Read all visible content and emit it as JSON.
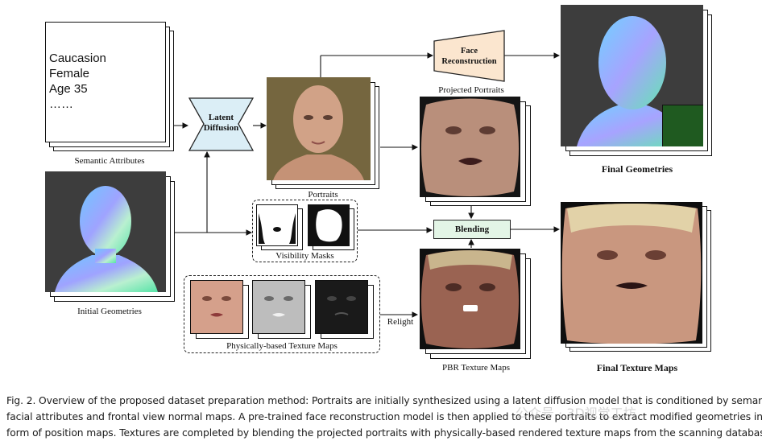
{
  "figure": {
    "semantic_attributes": {
      "lines": [
        "Caucasion",
        "Female",
        "Age 35",
        "……"
      ],
      "label": "Semantic Attributes"
    },
    "initial_geometries": {
      "label": "Initial Geometries"
    },
    "latent_diffusion": {
      "label_line1": "Latent",
      "label_line2": "Diffusion"
    },
    "portraits": {
      "label": "Portraits"
    },
    "face_reconstruction": {
      "label_line1": "Face",
      "label_line2": "Reconstruction"
    },
    "projected_portraits": {
      "label": "Projected Portraits"
    },
    "final_geometries": {
      "label": "Final Geometries"
    },
    "visibility_masks": {
      "label": "Visibility Masks"
    },
    "blending": {
      "label": "Blending"
    },
    "pbr_maps": {
      "label": "Physically-based Texture Maps"
    },
    "relight": {
      "label": "Relight"
    },
    "pbr_texture_maps": {
      "label": "PBR Texture Maps"
    },
    "final_texture_maps": {
      "label": "Final Texture Maps"
    }
  },
  "caption": {
    "line1": "Fig. 2.  Overview of the proposed dataset preparation method: Portraits are initially synthesized using a latent diffusion model that is conditioned by semantic",
    "line2": "facial attributes and frontal view normal maps. A pre-trained face reconstruction model is then applied to these portraits to extract modified geometries in the",
    "line3": "form of position maps. Textures are completed by blending the projected portraits with physically-based rendered texture maps from the scanning database."
  },
  "watermark": {
    "text": "公众号 · 3D视觉工坊"
  },
  "colors": {
    "latent_diffusion_fill": "#dbeef6",
    "face_reconstruction_fill": "#fbe6cf",
    "blending_fill": "#e3f5e6",
    "dark_bg": "#3d3d3d"
  }
}
